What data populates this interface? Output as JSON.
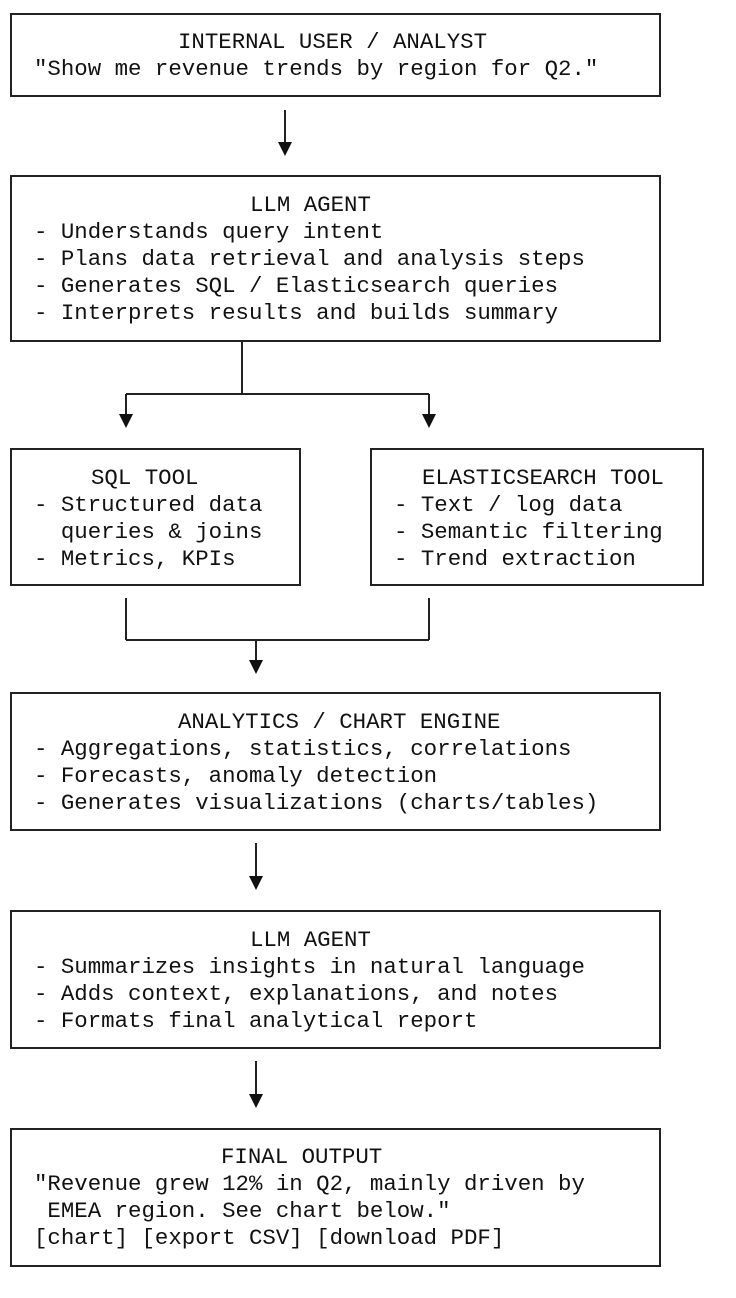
{
  "user_box": {
    "title": "INTERNAL USER / ANALYST",
    "lines": [
      "\"Show me revenue trends by region for Q2.\""
    ]
  },
  "agent_box": {
    "title": "LLM AGENT",
    "lines": [
      "- Understands query intent",
      "- Plans data retrieval and analysis steps",
      "- Generates SQL / Elasticsearch queries",
      "- Interprets results and builds summary"
    ]
  },
  "sql_box": {
    "title": "SQL TOOL",
    "lines": [
      "- Structured data",
      "  queries & joins",
      "- Metrics, KPIs"
    ]
  },
  "es_box": {
    "title": "ELASTICSEARCH TOOL",
    "lines": [
      "- Text / log data",
      "- Semantic filtering",
      "- Trend extraction"
    ]
  },
  "analytics_box": {
    "title": "ANALYTICS / CHART ENGINE",
    "lines": [
      "- Aggregations, statistics, correlations",
      "- Forecasts, anomaly detection",
      "- Generates visualizations (charts/tables)"
    ]
  },
  "summary_box": {
    "title": "LLM AGENT",
    "lines": [
      "- Summarizes insights in natural language",
      "- Adds context, explanations, and notes",
      "- Formats final analytical report"
    ]
  },
  "output_box": {
    "title": "FINAL OUTPUT",
    "lines": [
      "\"Revenue grew 12% in Q2, mainly driven by",
      " EMEA region. See chart below.\"",
      "[chart] [export CSV] [download PDF]"
    ]
  }
}
